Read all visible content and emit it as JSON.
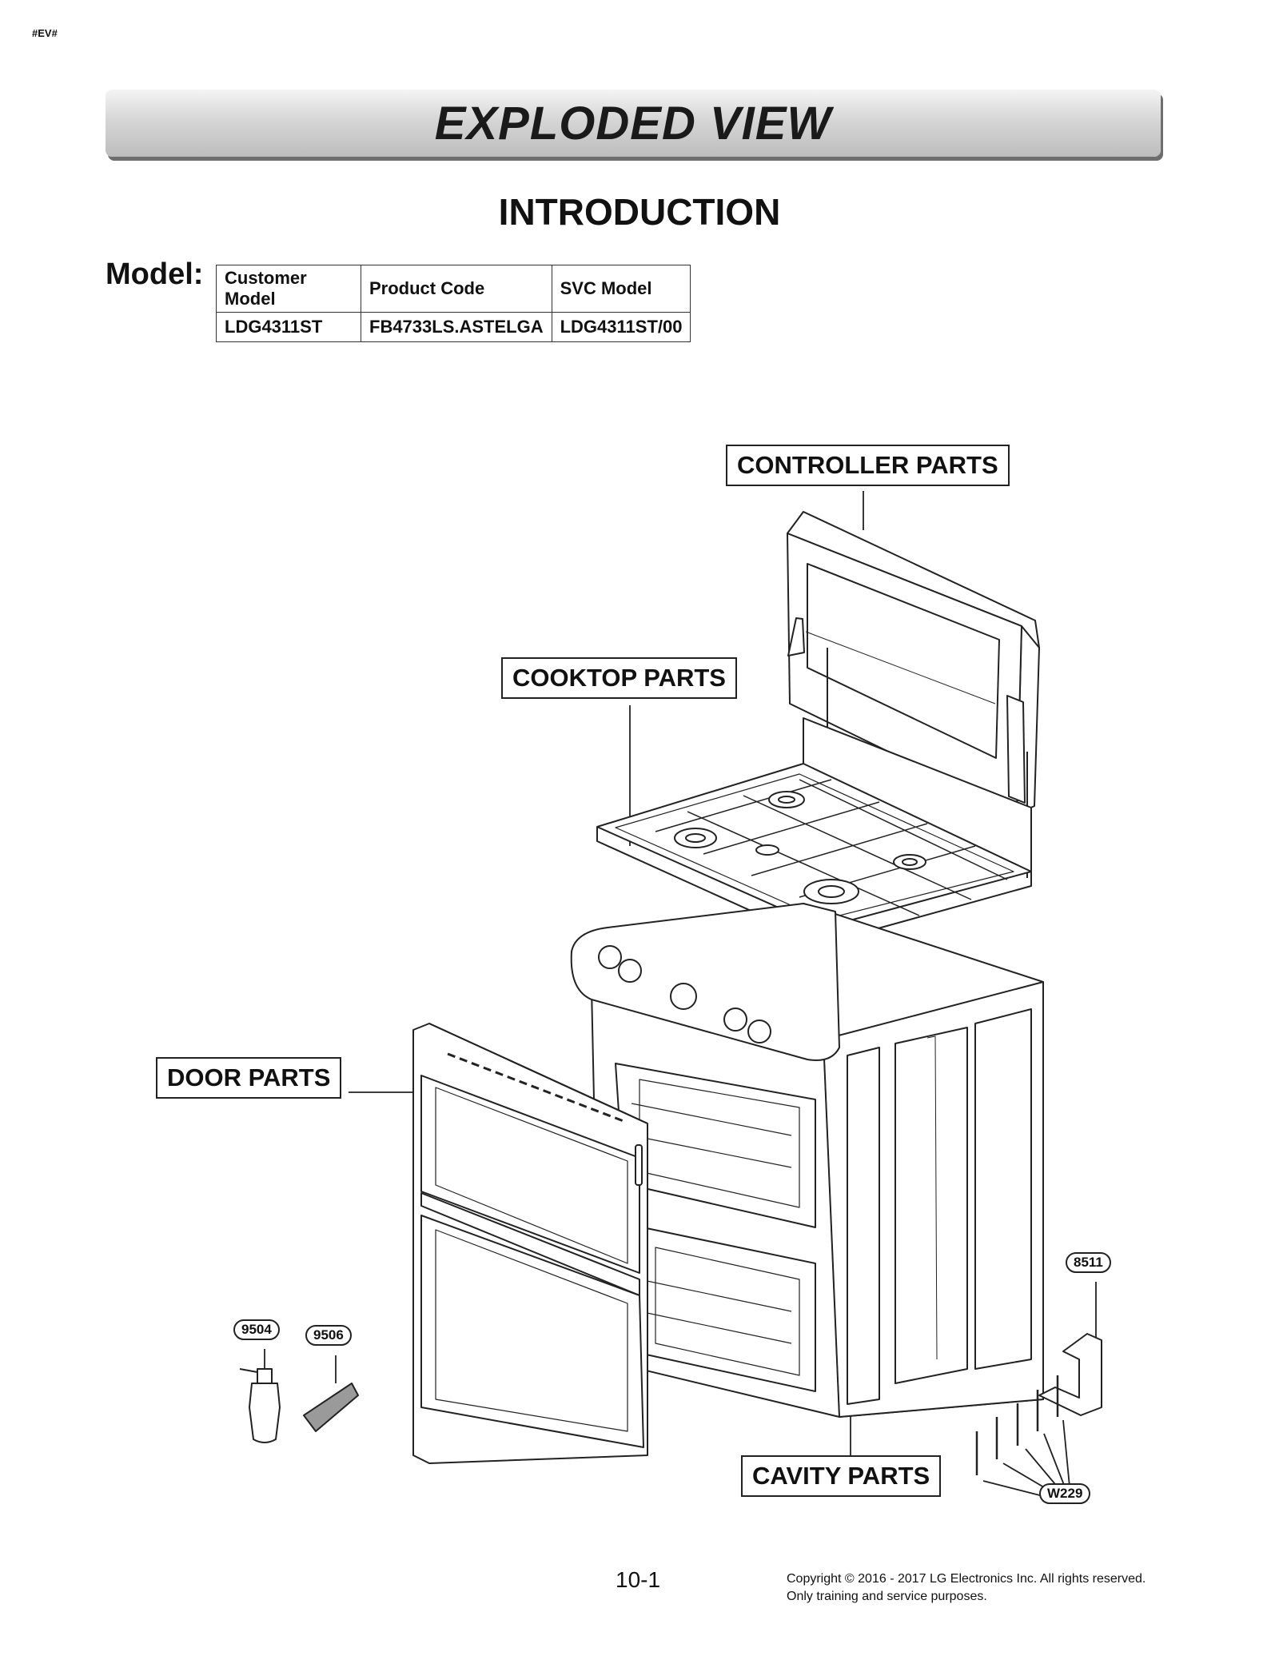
{
  "header_tag": "#EV#",
  "banner_title": "EXPLODED VIEW",
  "section_title": "INTRODUCTION",
  "model": {
    "label": "Model:",
    "headers": [
      "Customer Model",
      "Product Code",
      "SVC Model"
    ],
    "row": [
      "LDG4311ST",
      "FB4733LS.ASTELGA",
      "LDG4311ST/00"
    ]
  },
  "part_groups": {
    "controller": "CONTROLLER PARTS",
    "cooktop": "COOKTOP PARTS",
    "door": "DOOR PARTS",
    "cavity": "CAVITY PARTS"
  },
  "callouts": {
    "c9504": "9504",
    "c9506": "9506",
    "c8511": "8511",
    "w229": "W229"
  },
  "footer": {
    "page": "10-1",
    "copyright_line1": "Copyright © 2016 - 2017 LG Electronics Inc. All rights reserved.",
    "copyright_line2": "Only training and service purposes."
  }
}
